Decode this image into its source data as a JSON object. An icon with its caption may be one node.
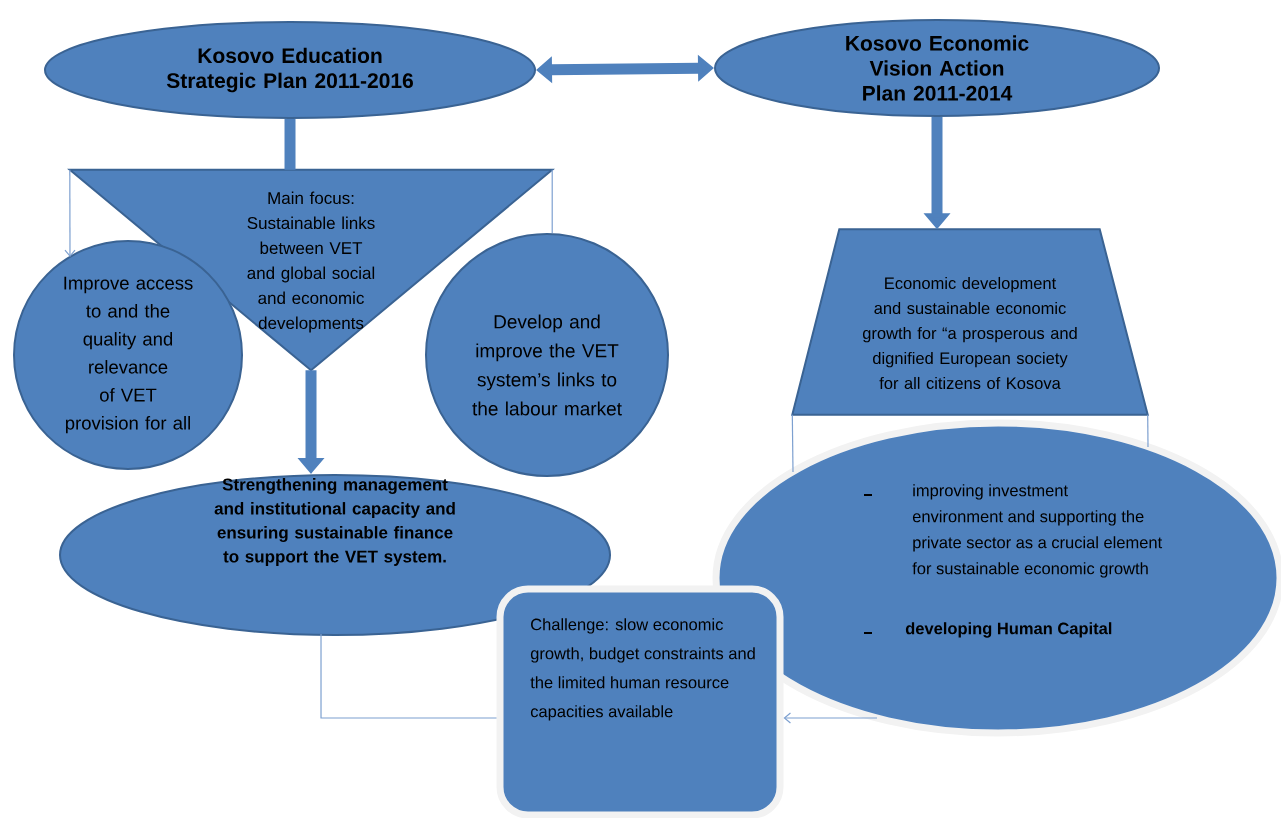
{
  "diagram": {
    "nodes": [
      {
        "text": [
          "Kosovo Education Strategic Plan 2011-2016"
        ]
      },
      {
        "text": [
          "Kosovo Economic Vision Action Plan 2011-2014"
        ]
      },
      {
        "text": [
          "Main focus: Sustainable links between VET and global social and economic developments"
        ]
      },
      {
        "text": [
          "Improve access to and the quality and relevance of VET provision for all"
        ]
      },
      {
        "text": [
          "Develop and improve the VET system’s links to the labour market"
        ]
      },
      {
        "text": [
          "Strengthening management and institutional capacity and ensuring sustainable finance to support the VET system."
        ]
      },
      {
        "text": [
          "Economic development and sustainable economic growth for “a prosperous and dignified European society for all citizens of Kosova"
        ]
      },
      {
        "text": [
          "improving investment environment and supporting the private sector as a crucial element for sustainable economic growth",
          "developing Human Capital"
        ]
      },
      {
        "text": [
          "Challenge: slow economic growth, budget constraints and the limited human resource capacities available"
        ]
      }
    ],
    "edges": [
      {
        "from": 0,
        "to": 1,
        "arrow": "both",
        "style": "thick",
        "color": "#4f81bd"
      },
      {
        "from": 0,
        "to": 2,
        "arrow": "none",
        "style": "thick",
        "color": "#4f81bd"
      },
      {
        "from": 2,
        "to": 5,
        "arrow": "to",
        "style": "thick",
        "color": "#4f81bd"
      },
      {
        "from": 1,
        "to": 6,
        "arrow": "to",
        "style": "thick",
        "color": "#4f81bd"
      },
      {
        "from": 2,
        "to": 3,
        "arrow": "to"
      },
      {
        "from": 2,
        "to": 4,
        "arrow": "none"
      },
      {
        "from": 6,
        "to": 7,
        "arrow": "none"
      },
      {
        "from": 6,
        "to": 7,
        "arrow": "none"
      },
      {
        "from": 5,
        "to": 8,
        "arrow": "none"
      },
      {
        "from": 7,
        "to": 8,
        "arrow": "to"
      }
    ]
  }
}
